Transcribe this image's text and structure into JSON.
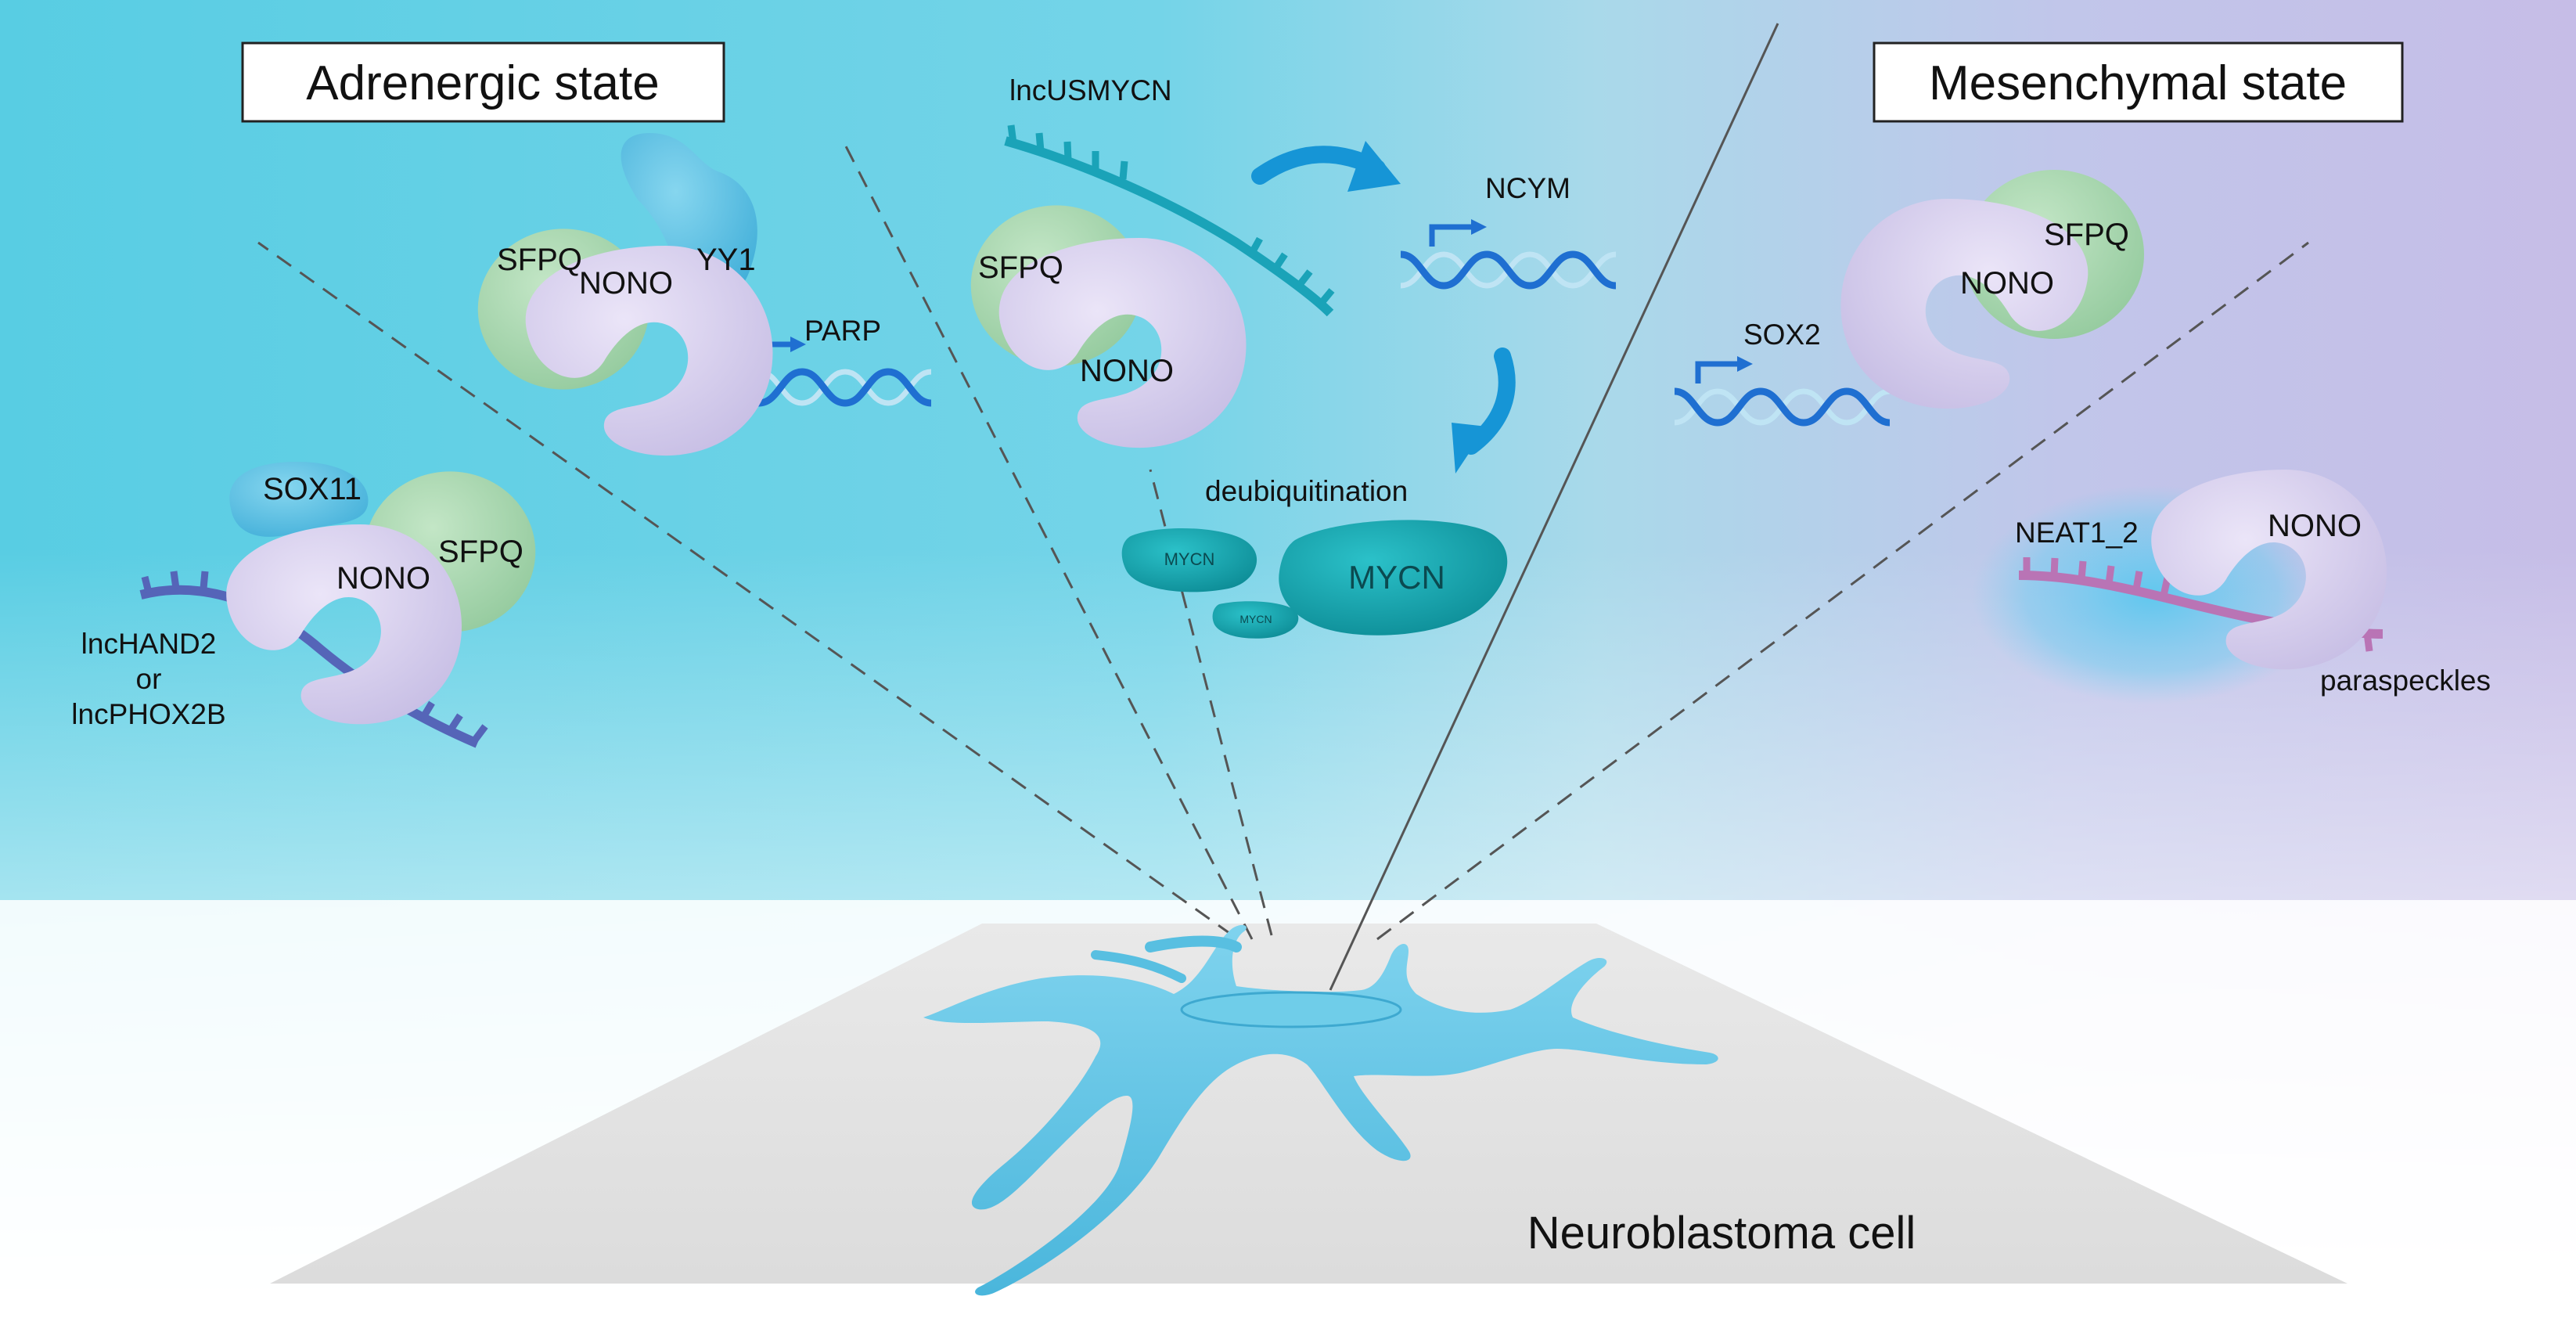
{
  "titles": {
    "left": "Adrenergic state",
    "right": "Mesenchymal state"
  },
  "cell_label": "Neuroblastoma cell",
  "labels": {
    "sfpq": "SFPQ",
    "nono": "NONO",
    "yy1": "YY1",
    "parp": "PARP",
    "sox11": "SOX11",
    "lnc_hand2": "lncHAND2",
    "or": "or",
    "lnc_phox2b": "lncPHOX2B",
    "lnc_usmycn": "lncUSMYCN",
    "ncym": "NCYM",
    "deubiquitination": "deubiquitination",
    "mycn": "MYCN",
    "sox2": "SOX2",
    "neat1_2": "NEAT1_2",
    "paraspeckles": "paraspeckles"
  },
  "colors": {
    "adrenergic_bg": "#5fd0e4",
    "mesenchymal_bg": "#c4c2e8",
    "sfpq": "#a9d9b0",
    "nono": "#d6cdee",
    "yy1_sox11": "#5cbfe3",
    "mycn": "#13a3ad",
    "dna": "#1f6fd1",
    "lnc_rna": "#5565b8",
    "neat1_rna": "#b974b5",
    "cell": "#5ec3e3",
    "arrow": "#1695d6"
  }
}
